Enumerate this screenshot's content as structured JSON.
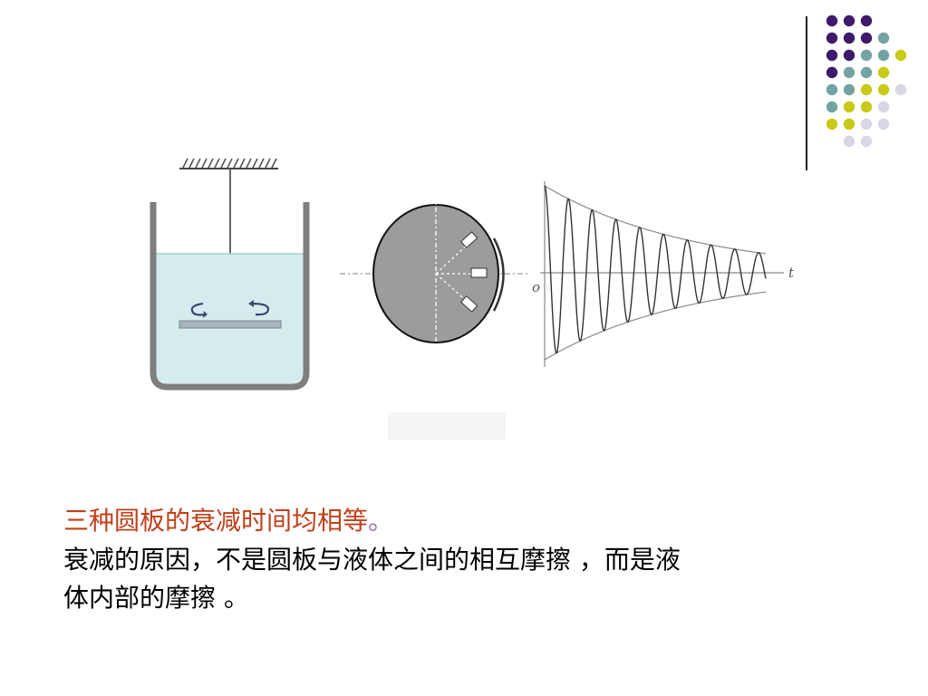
{
  "colors": {
    "purple": "#3d1a6b",
    "teal": "#74a3a3",
    "yellow": "#c9c917",
    "lavender": "#d7d7e8",
    "heading_red": "#c0401a",
    "liquid": "#d4ecee",
    "disk_gray": "#9c9c9c"
  },
  "decor_dots": {
    "rows": [
      [
        "purple",
        "purple",
        "purple"
      ],
      [
        "purple",
        "purple",
        "purple",
        "teal"
      ],
      [
        "purple",
        "purple",
        "teal",
        "teal",
        "yellow"
      ],
      [
        "purple",
        "teal",
        "teal",
        "yellow"
      ],
      [
        "teal",
        "teal",
        "yellow",
        "yellow",
        "lavender"
      ],
      [
        "teal",
        "yellow",
        "yellow",
        "lavender"
      ],
      [
        "yellow",
        "yellow",
        "lavender",
        "lavender"
      ],
      [
        "lavender",
        "lavender"
      ]
    ]
  },
  "figure": {
    "origin_label": "o",
    "time_axis_label": "t",
    "wave": {
      "cycles": 9.3,
      "decay_ratio": 0.22
    }
  },
  "text": {
    "line1_main": "三种圆板的衰减时间均相等",
    "line1_end": "。",
    "line2": "衰减的原因，不是圆板与液体之间的相互摩擦 ，而是液",
    "line3": "体内部的摩擦 。"
  }
}
